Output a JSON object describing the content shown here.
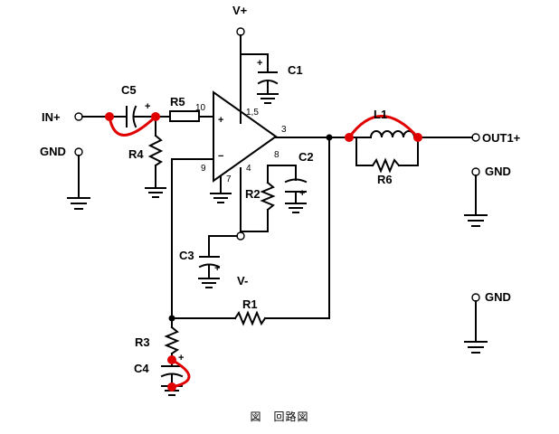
{
  "caption": "図　回路図",
  "labels": {
    "vplus": "V+",
    "vminus": "V-",
    "in_plus": "IN+",
    "out1_plus": "OUT1+",
    "gnd_left": "GND",
    "gnd_right_top": "GND",
    "gnd_right_bottom": "GND",
    "c1": "C1",
    "c2": "C2",
    "c3": "C3",
    "c4": "C4",
    "c5": "C5",
    "r1": "R1",
    "r2": "R2",
    "r3": "R3",
    "r4": "R4",
    "r5": "R5",
    "r6": "R6",
    "l1": "L1"
  },
  "pins": {
    "p10": "10",
    "p15": "1,5",
    "p3": "3",
    "p8": "8",
    "p4": "4",
    "p9": "9",
    "p7": "7"
  },
  "signs": {
    "plus": "+",
    "minus": "−"
  },
  "colors": {
    "wire": "#000000",
    "jumper": "#e00000",
    "background": "#ffffff"
  }
}
